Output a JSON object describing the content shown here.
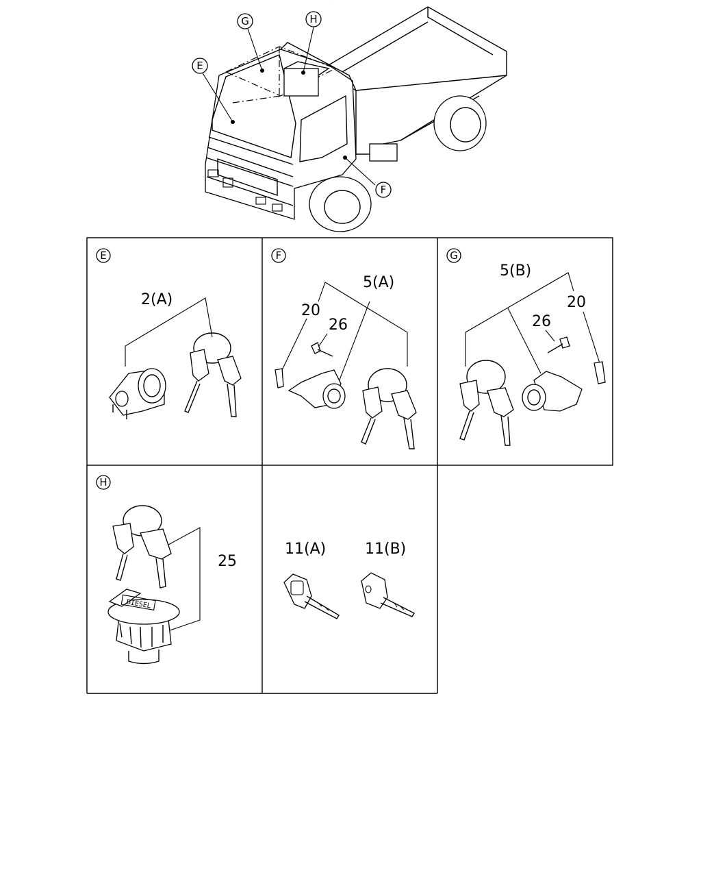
{
  "overview": {
    "callouts": [
      "G",
      "H",
      "E",
      "F"
    ]
  },
  "panels": [
    {
      "id": "E",
      "labels": [
        "2(A)"
      ]
    },
    {
      "id": "F",
      "labels": [
        "5(A)",
        "20",
        "26"
      ]
    },
    {
      "id": "G",
      "labels": [
        "5(B)",
        "26",
        "20"
      ]
    },
    {
      "id": "H",
      "labels": [
        "25"
      ]
    },
    {
      "id": "",
      "labels": [
        "11(A)",
        "11(B)"
      ]
    }
  ],
  "cap_text": "DIESEL"
}
